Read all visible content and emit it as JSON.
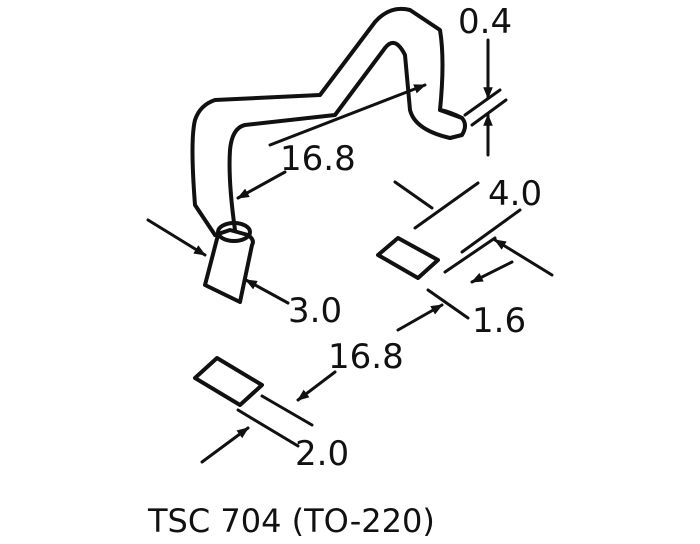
{
  "caption": "TSC 704 (TO-220)",
  "dimensions": {
    "thickness": "0.4",
    "clip_length": "16.8",
    "foot_width": "3.0",
    "pad_spacing_left": "16.8",
    "pad_length": "2.0",
    "pad_spacing_right": "4.0",
    "pad_width": "1.6"
  },
  "colors": {
    "ink": "#111111",
    "background": "#ffffff"
  }
}
